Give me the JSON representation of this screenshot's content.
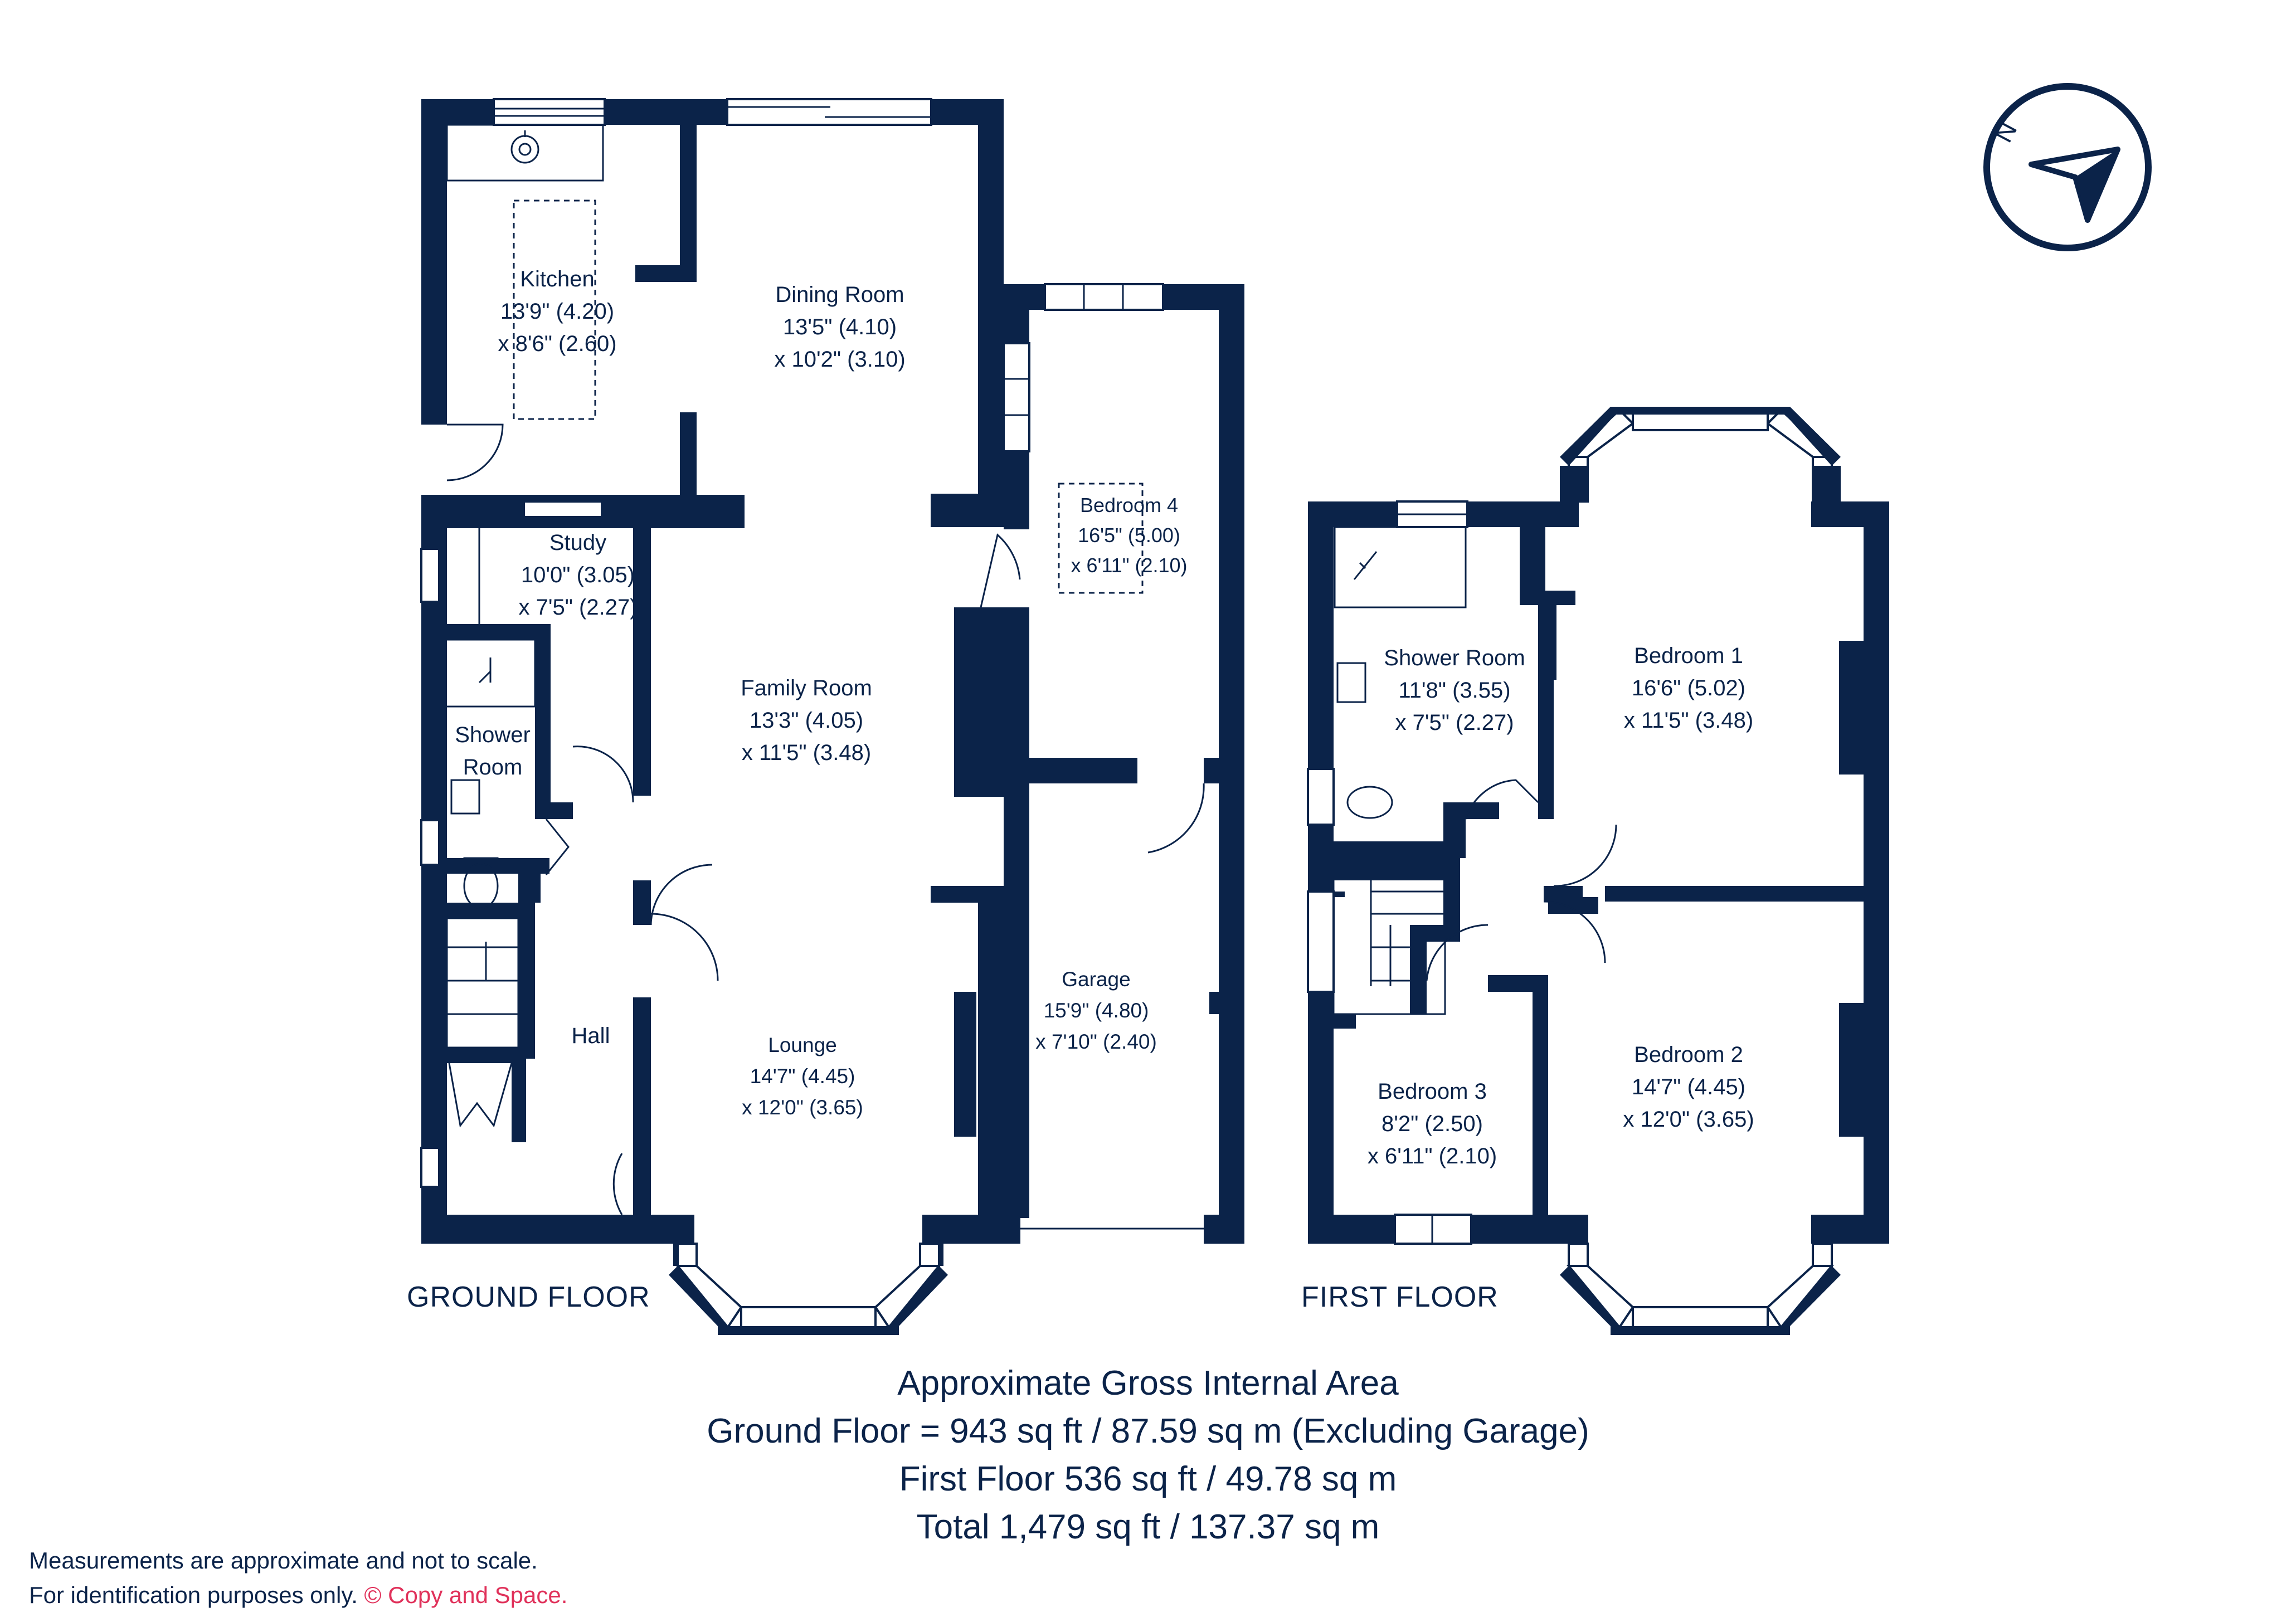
{
  "colors": {
    "wall": "#0b2349",
    "background": "#ffffff",
    "copyright": "#e0315a"
  },
  "compass": {
    "label": "N",
    "icon": "north-arrow-icon"
  },
  "rooms": {
    "kitchen": {
      "name": "Kitchen",
      "dim1": "13'9\" (4.20)",
      "dim2": "x 8'6\" (2.60)"
    },
    "dining_room": {
      "name": "Dining Room",
      "dim1": "13'5\" (4.10)",
      "dim2": "x 10'2\" (3.10)"
    },
    "bedroom4": {
      "name": "Bedroom 4",
      "dim1": "16'5\" (5.00)",
      "dim2": "x 6'11\" (2.10)"
    },
    "study": {
      "name": "Study",
      "dim1": "10'0\" (3.05)",
      "dim2": "x 7'5\" (2.27)"
    },
    "family_room": {
      "name": "Family Room",
      "dim1": "13'3\" (4.05)",
      "dim2": "x 11'5\" (3.48)"
    },
    "shower_room_ground": {
      "name1": "Shower",
      "name2": "Room"
    },
    "hall": {
      "name": "Hall"
    },
    "lounge": {
      "name": "Lounge",
      "dim1": "14'7\" (4.45)",
      "dim2": "x 12'0\" (3.65)"
    },
    "garage": {
      "name": "Garage",
      "dim1": "15'9\" (4.80)",
      "dim2": "x 7'10\" (2.40)"
    },
    "shower_room_first": {
      "name": "Shower Room",
      "dim1": "11'8\" (3.55)",
      "dim2": "x 7'5\" (2.27)"
    },
    "bedroom1": {
      "name": "Bedroom 1",
      "dim1": "16'6\" (5.02)",
      "dim2": "x 11'5\" (3.48)"
    },
    "bedroom2": {
      "name": "Bedroom 2",
      "dim1": "14'7\" (4.45)",
      "dim2": "x 12'0\" (3.65)"
    },
    "bedroom3": {
      "name": "Bedroom 3",
      "dim1": "8'2\" (2.50)",
      "dim2": "x 6'11\" (2.10)"
    }
  },
  "floors": {
    "ground": "GROUND FLOOR",
    "first": "FIRST FLOOR"
  },
  "area_summary": {
    "title": "Approximate Gross Internal Area",
    "ground": "Ground Floor = 943 sq ft / 87.59 sq m (Excluding Garage)",
    "first": "First Floor 536 sq ft / 49.78 sq m",
    "total": "Total 1,479 sq ft / 137.37 sq m"
  },
  "disclaimer": {
    "line1": "Measurements are approximate and not to scale.",
    "line2": "For identification purposes only.",
    "copyright": "© Copy and Space."
  }
}
